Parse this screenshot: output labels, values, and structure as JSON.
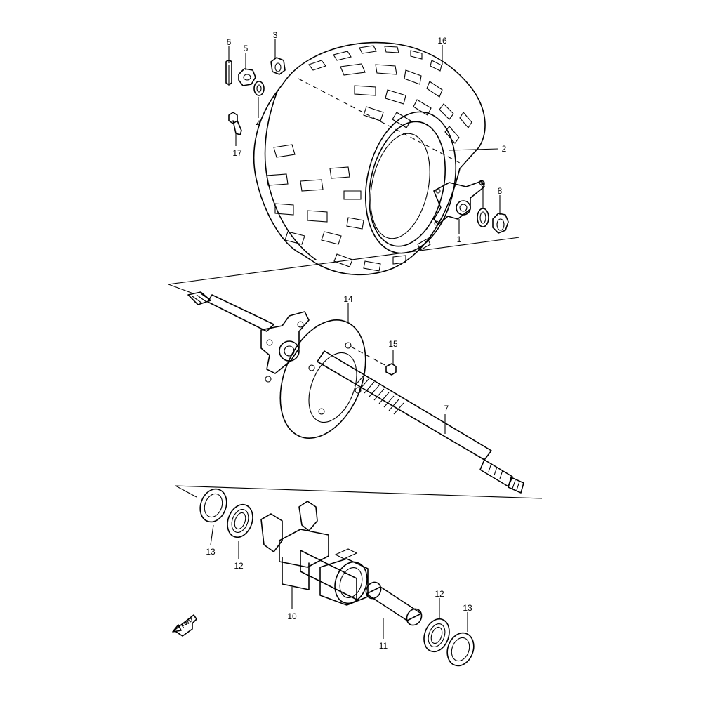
{
  "diagram": {
    "callouts": {
      "c1": "1",
      "c2": "2",
      "c3": "3",
      "c4": "4",
      "c5": "5",
      "c6": "6",
      "c7": "7",
      "c8": "8",
      "c9": "9",
      "c10": "10",
      "c11": "11",
      "c12a": "12",
      "c12b": "12",
      "c13a": "13",
      "c13b": "13",
      "c14": "14",
      "c15": "15",
      "c16": "16",
      "c17": "17"
    },
    "fwd_label": "FWD"
  }
}
